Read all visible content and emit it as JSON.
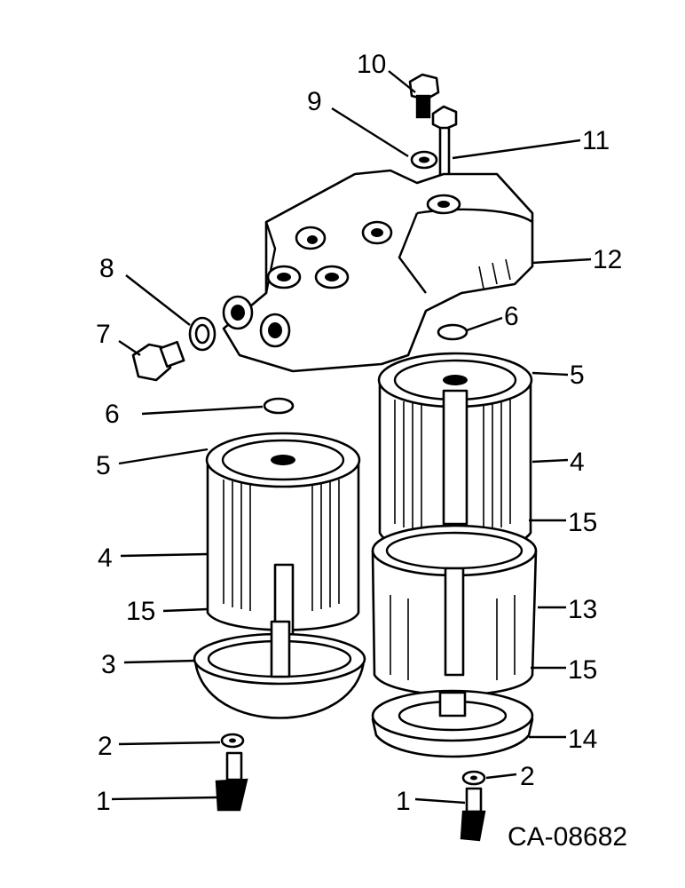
{
  "figure_code": "CA-08682",
  "parts": [
    {
      "id": "p10",
      "label": "10"
    },
    {
      "id": "p9",
      "label": "9"
    },
    {
      "id": "p11",
      "label": "11"
    },
    {
      "id": "p12",
      "label": "12"
    },
    {
      "id": "p8",
      "label": "8"
    },
    {
      "id": "p7",
      "label": "7"
    },
    {
      "id": "p6r",
      "label": "6"
    },
    {
      "id": "p5r",
      "label": "5"
    },
    {
      "id": "p4r",
      "label": "4"
    },
    {
      "id": "p15r",
      "label": "15"
    },
    {
      "id": "p13",
      "label": "13"
    },
    {
      "id": "p15r2",
      "label": "15"
    },
    {
      "id": "p14",
      "label": "14"
    },
    {
      "id": "p2r",
      "label": "2"
    },
    {
      "id": "p1r",
      "label": "1"
    },
    {
      "id": "p6l",
      "label": "6"
    },
    {
      "id": "p5l",
      "label": "5"
    },
    {
      "id": "p4l",
      "label": "4"
    },
    {
      "id": "p15l",
      "label": "15"
    },
    {
      "id": "p3",
      "label": "3"
    },
    {
      "id": "p2l",
      "label": "2"
    },
    {
      "id": "p1l",
      "label": "1"
    }
  ]
}
